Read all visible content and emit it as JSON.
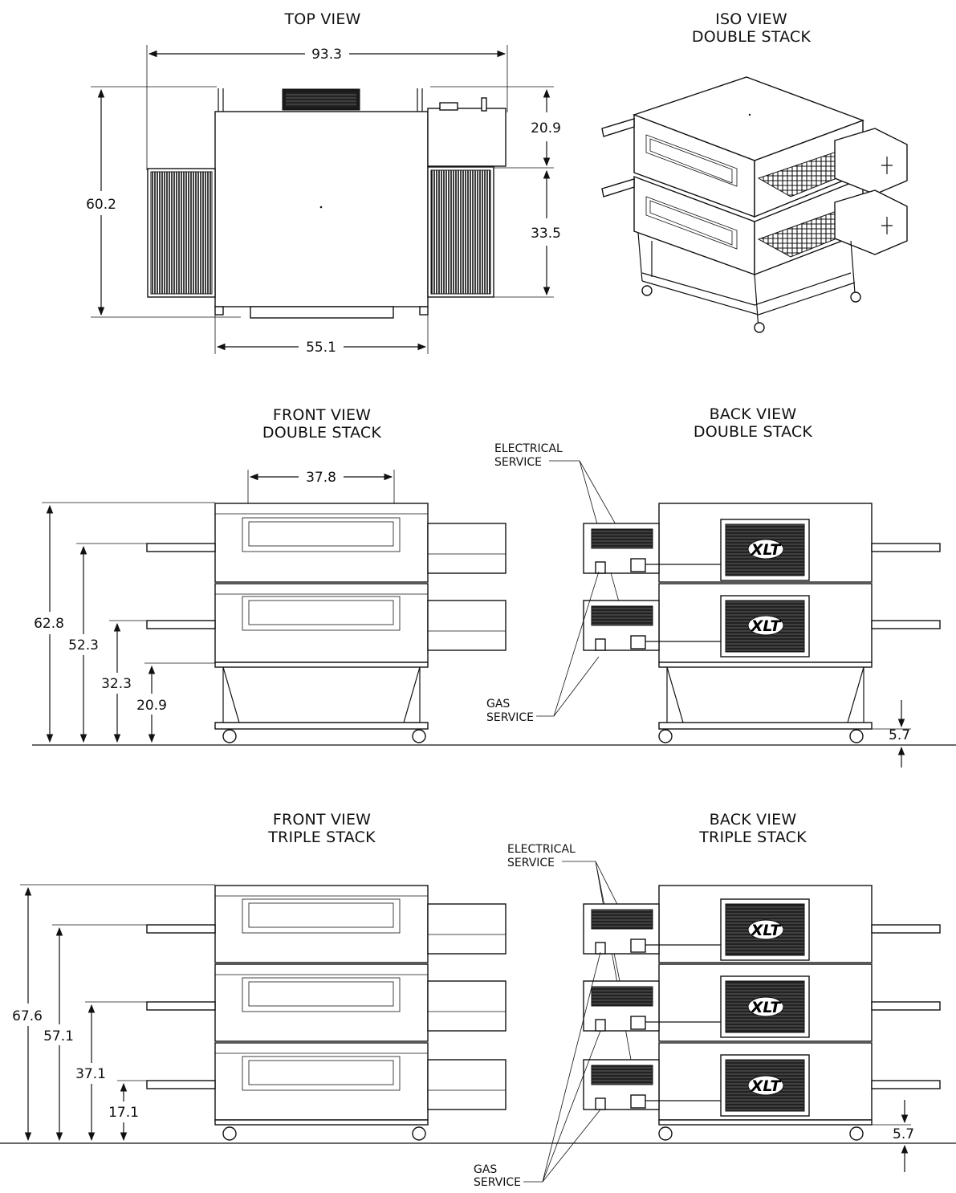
{
  "titles": {
    "top_view": "TOP VIEW",
    "iso_view": [
      "ISO VIEW",
      "DOUBLE STACK"
    ],
    "front_double": [
      "FRONT VIEW",
      "DOUBLE STACK"
    ],
    "back_double": [
      "BACK VIEW",
      "DOUBLE STACK"
    ],
    "front_triple": [
      "FRONT VIEW",
      "TRIPLE STACK"
    ],
    "back_triple": [
      "BACK VIEW",
      "TRIPLE STACK"
    ]
  },
  "dimensions": {
    "top": {
      "overall_width": "93.3",
      "overall_depth": "60.2",
      "body_width": "55.1",
      "rear_section": "20.9",
      "front_section": "33.5"
    },
    "front_double": {
      "window_width": "37.8",
      "total_height": "62.8",
      "upper_conveyor": "52.3",
      "lower_conveyor": "32.3",
      "stand_height": "20.9"
    },
    "back_double": {
      "caster_clearance": "5.7"
    },
    "front_triple": {
      "total_height": "67.6",
      "top_conveyor": "57.1",
      "middle_conveyor": "37.1",
      "bottom_conveyor": "17.1"
    },
    "back_triple": {
      "caster_clearance": "5.7"
    }
  },
  "callouts": {
    "electrical": [
      "ELECTRICAL",
      "SERVICE"
    ],
    "gas": [
      "GAS",
      "SERVICE"
    ]
  },
  "logo_text": "XLT"
}
